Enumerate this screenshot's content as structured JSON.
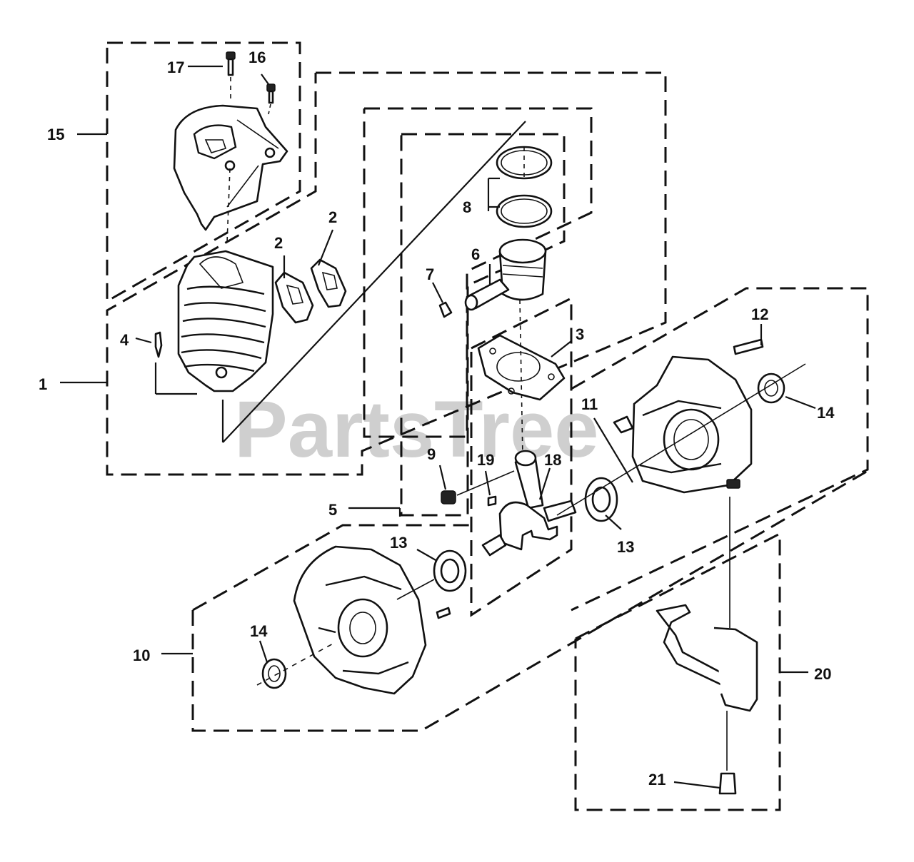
{
  "watermark": "PartsTree",
  "callouts": [
    {
      "id": "c1",
      "text": "1"
    },
    {
      "id": "c2a",
      "text": "2"
    },
    {
      "id": "c2b",
      "text": "2"
    },
    {
      "id": "c3",
      "text": "3"
    },
    {
      "id": "c4",
      "text": "4"
    },
    {
      "id": "c5",
      "text": "5"
    },
    {
      "id": "c6",
      "text": "6"
    },
    {
      "id": "c7",
      "text": "7"
    },
    {
      "id": "c8",
      "text": "8"
    },
    {
      "id": "c9",
      "text": "9"
    },
    {
      "id": "c10",
      "text": "10"
    },
    {
      "id": "c11",
      "text": "11"
    },
    {
      "id": "c12",
      "text": "12"
    },
    {
      "id": "c13a",
      "text": "13"
    },
    {
      "id": "c13b",
      "text": "13"
    },
    {
      "id": "c14a",
      "text": "14"
    },
    {
      "id": "c14b",
      "text": "14"
    },
    {
      "id": "c15",
      "text": "15"
    },
    {
      "id": "c16",
      "text": "16"
    },
    {
      "id": "c17",
      "text": "17"
    },
    {
      "id": "c18",
      "text": "18"
    },
    {
      "id": "c19",
      "text": "19"
    },
    {
      "id": "c20",
      "text": "20"
    },
    {
      "id": "c21",
      "text": "21"
    }
  ]
}
